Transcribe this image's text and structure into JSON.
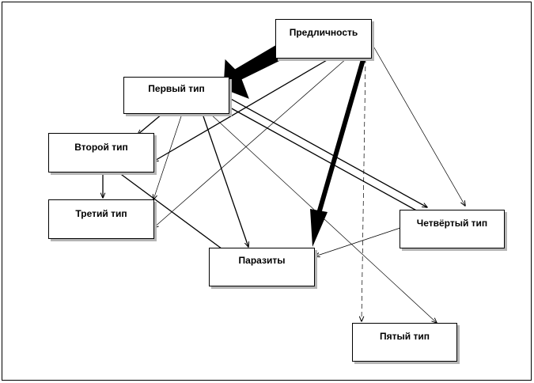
{
  "nodes": {
    "predlichnost": "Предличность",
    "perviy": "Первый тип",
    "vtoroy": "Второй тип",
    "tretiy": "Третий тип",
    "chetvertiy": "Четвёртый тип",
    "parazity": "Паразиты",
    "pyatiy": "Пятый тип"
  }
}
